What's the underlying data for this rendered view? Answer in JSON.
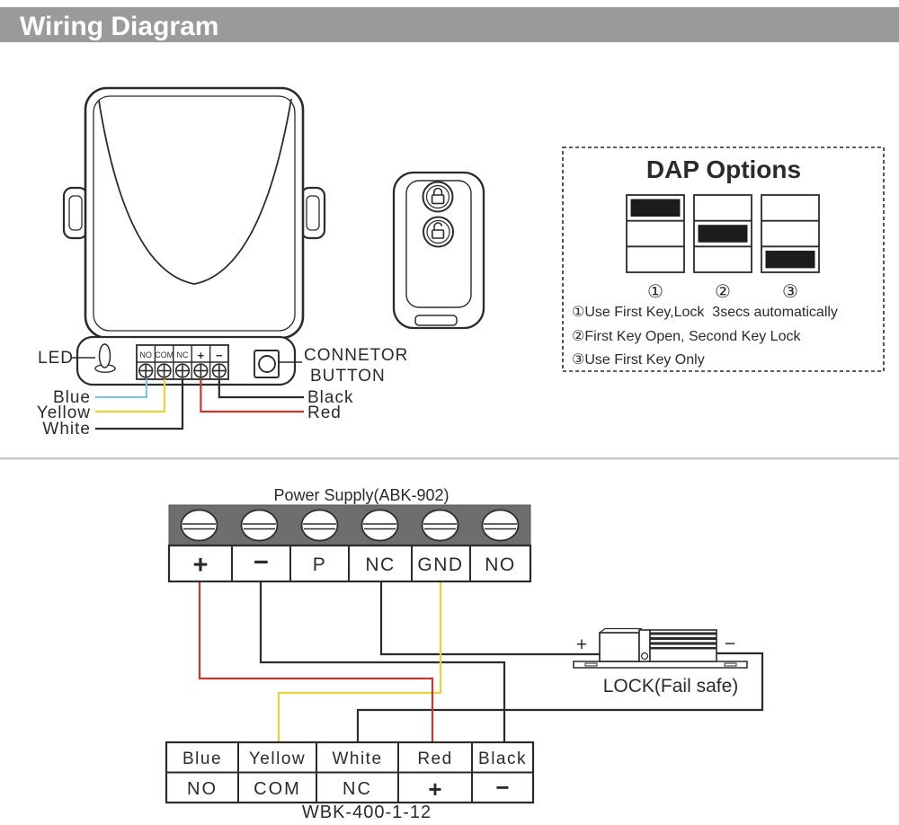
{
  "header": {
    "title": "Wiring Diagram"
  },
  "colors": {
    "header_bg": "#9a9a9a",
    "line": "#2b2b2b",
    "wire_red": "#c8382e",
    "wire_yellow": "#e8d23f",
    "wire_blue": "#7fc3da",
    "wire_black": "#2b2b2b",
    "terminal_bar": "#6e6e6e",
    "switch_fill": "#1c1c1c",
    "divider": "#c9c9c9"
  },
  "receiver": {
    "led_label": "LED",
    "terminals": [
      "NO",
      "COM",
      "NC",
      "+",
      "−"
    ],
    "button_line1": "CONNETOR",
    "button_line2": "BUTTON",
    "wire_labels": {
      "blue": "Blue",
      "yellow": "Yellow",
      "white": "White",
      "black": "Black",
      "red": "Red"
    }
  },
  "dap": {
    "title": "DAP Options",
    "numbers": [
      "①",
      "②",
      "③"
    ],
    "options": [
      "①Use First Key,Lock  3secs automatically",
      "②First Key Open, Second Key Lock",
      "③Use First Key Only"
    ]
  },
  "power_supply": {
    "title": "Power Supply(ABK-902)",
    "terminals": [
      "+",
      "−",
      "P",
      "NC",
      "GND",
      "NO"
    ]
  },
  "lock": {
    "plus": "+",
    "minus": "−",
    "label": "LOCK(Fail safe)"
  },
  "table": {
    "colors_row": [
      "Blue",
      "Yellow",
      "White",
      "Red",
      "Black"
    ],
    "pins_row": [
      "NO",
      "COM",
      "NC",
      "+",
      "−"
    ],
    "model": "WBK-400-1-12"
  }
}
